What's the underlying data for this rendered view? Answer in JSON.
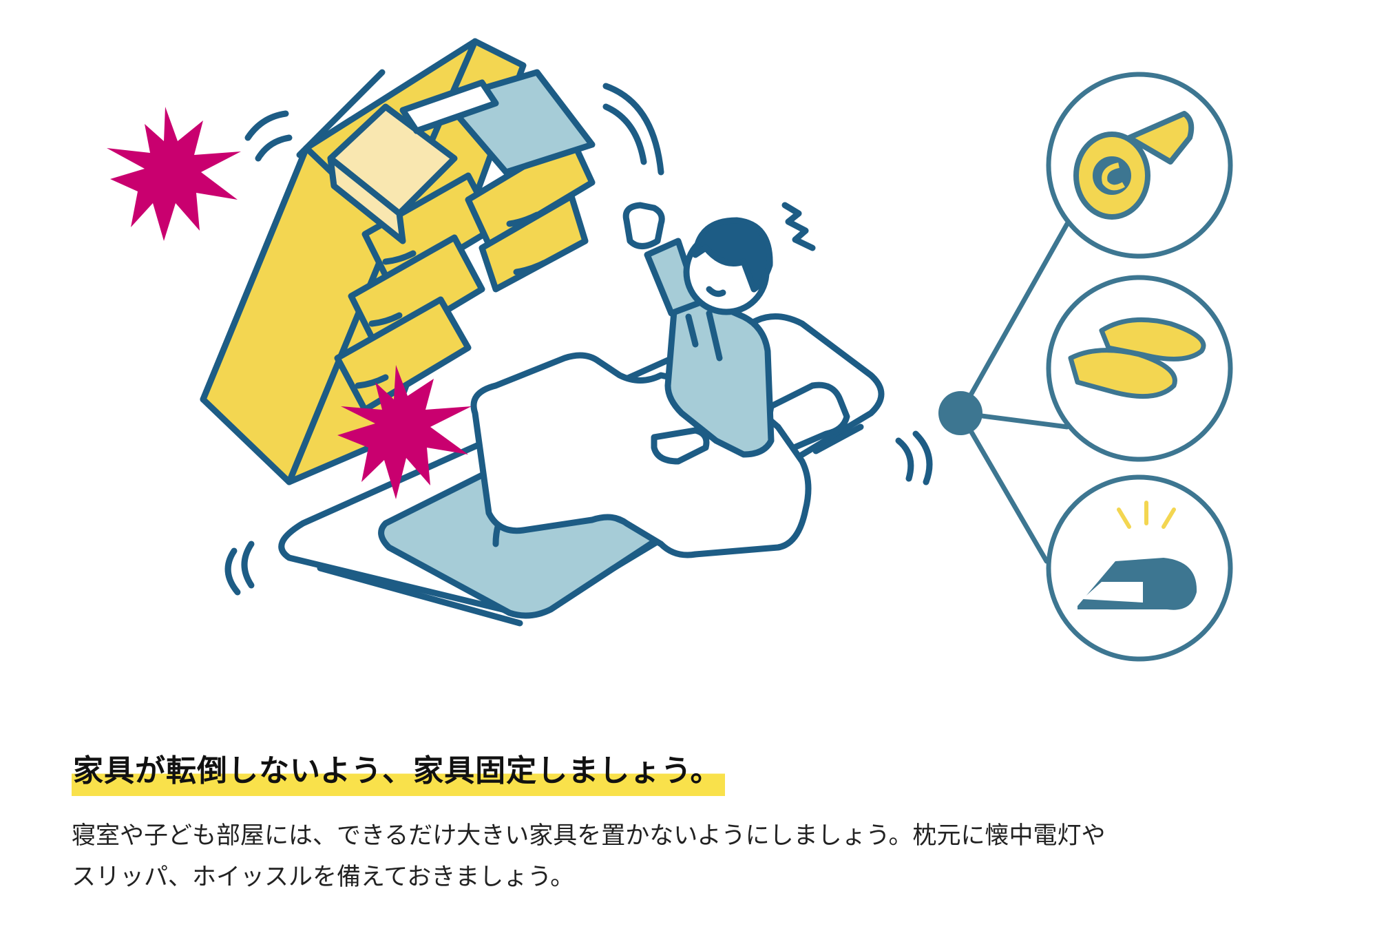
{
  "headline": "家具が転倒しないよう、家具固定しましょう。",
  "body_lines": [
    "寝室や子ども部屋には、できるだけ大きい家具を置かないようにしましょう。枕元に懐中電灯や",
    "スリッパ、ホイッスルを備えておきましょう。"
  ],
  "colors": {
    "outline": "#1d5c85",
    "yellow": "#f3d651",
    "light_yellow": "#f9e7b0",
    "light_blue": "#a6ccd7",
    "magenta": "#c9006f",
    "teal": "#3d7691",
    "highlight": "#f9e14b"
  },
  "icons": [
    "flashlight-icon",
    "slippers-icon",
    "whistle-icon"
  ]
}
